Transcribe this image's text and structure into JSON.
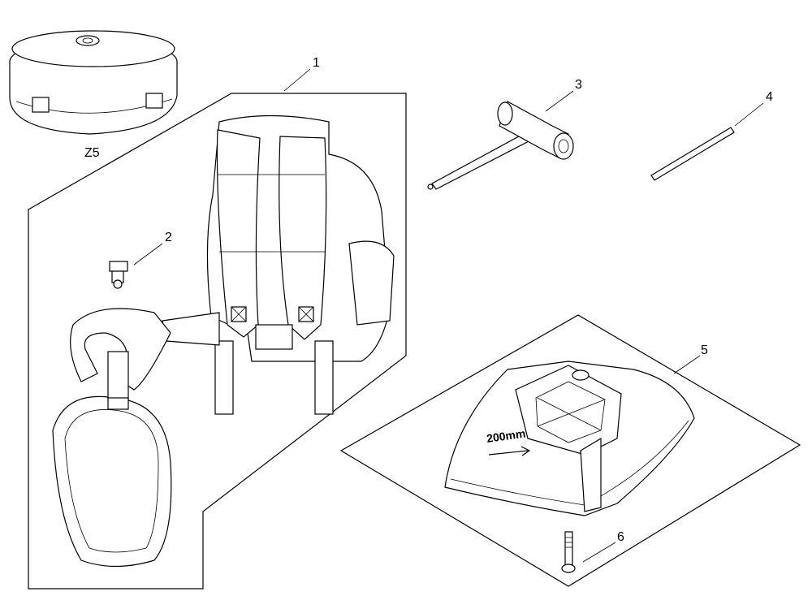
{
  "diagram": {
    "callouts": [
      {
        "id": "1",
        "part": "harness"
      },
      {
        "id": "2",
        "part": "hanger-clip"
      },
      {
        "id": "3",
        "part": "spark-plug-wrench"
      },
      {
        "id": "4",
        "part": "rod"
      },
      {
        "id": "5",
        "part": "blade-guard"
      },
      {
        "id": "6",
        "part": "bolt"
      }
    ],
    "z_label": "Z5",
    "guard_marking": "200mm"
  }
}
